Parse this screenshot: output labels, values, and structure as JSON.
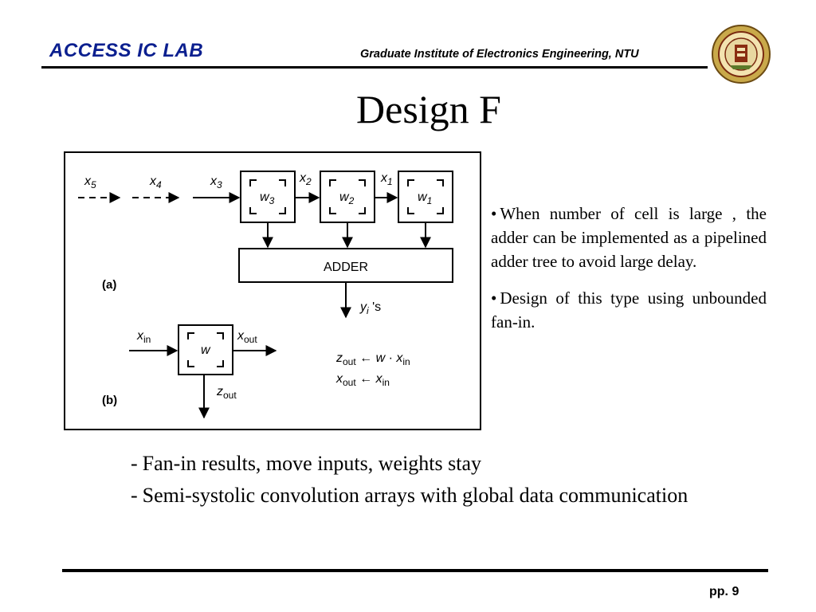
{
  "header": {
    "lab_title": "ACCESS IC LAB",
    "institute": "Graduate Institute of Electronics Engineering, NTU",
    "logo_icon": "ntu-seal-icon"
  },
  "title": "Design F",
  "figure": {
    "part_a": {
      "label": "(a)",
      "inputs": [
        "x5",
        "x4",
        "x3",
        "x2",
        "x1"
      ],
      "weights": [
        "w3",
        "w2",
        "w1"
      ],
      "adder_label": "ADDER",
      "output": "yi 's"
    },
    "part_b": {
      "label": "(b)",
      "cell_label": "w",
      "x_in": "xin",
      "x_out": "xout",
      "z_out": "zout",
      "eq1": "zout ← w · xin",
      "eq2": "xout ← xin"
    }
  },
  "bullets": [
    "When number of cell is large , the adder can be implemented as a pipelined adder tree to avoid large delay.",
    "Design of this type using unbounded fan-in."
  ],
  "notes": [
    "Fan-in results, move inputs, weights stay",
    "Semi-systolic convolution arrays with global data communication"
  ],
  "page_number": "pp. 9"
}
